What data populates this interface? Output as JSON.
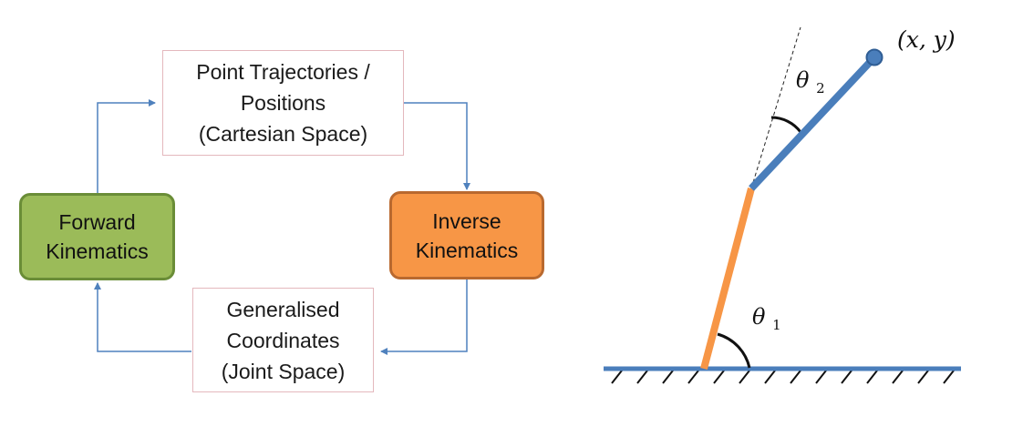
{
  "flow": {
    "cartesian_box": {
      "lines": [
        "Point Trajectories /",
        "Positions",
        "(Cartesian Space)"
      ]
    },
    "joint_box": {
      "lines": [
        "Generalised",
        "Coordinates",
        "(Joint Space)"
      ]
    },
    "forward_box": {
      "lines": [
        "Forward",
        "Kinematics"
      ],
      "fill": "#9bbb59",
      "border": "#6a8d37"
    },
    "inverse_box": {
      "lines": [
        "Inverse",
        "Kinematics"
      ],
      "fill": "#f79646",
      "border": "#b9692f"
    },
    "arrow_color": "#4f81bd"
  },
  "arm": {
    "endpoint_label": "(x, y)",
    "theta1": {
      "symbol": "θ",
      "subscript": "1"
    },
    "theta2": {
      "symbol": "θ",
      "subscript": "2"
    },
    "link1_color": "#f79646",
    "link2_color": "#4a7ebb",
    "ground_color": "#4a7ebb"
  }
}
